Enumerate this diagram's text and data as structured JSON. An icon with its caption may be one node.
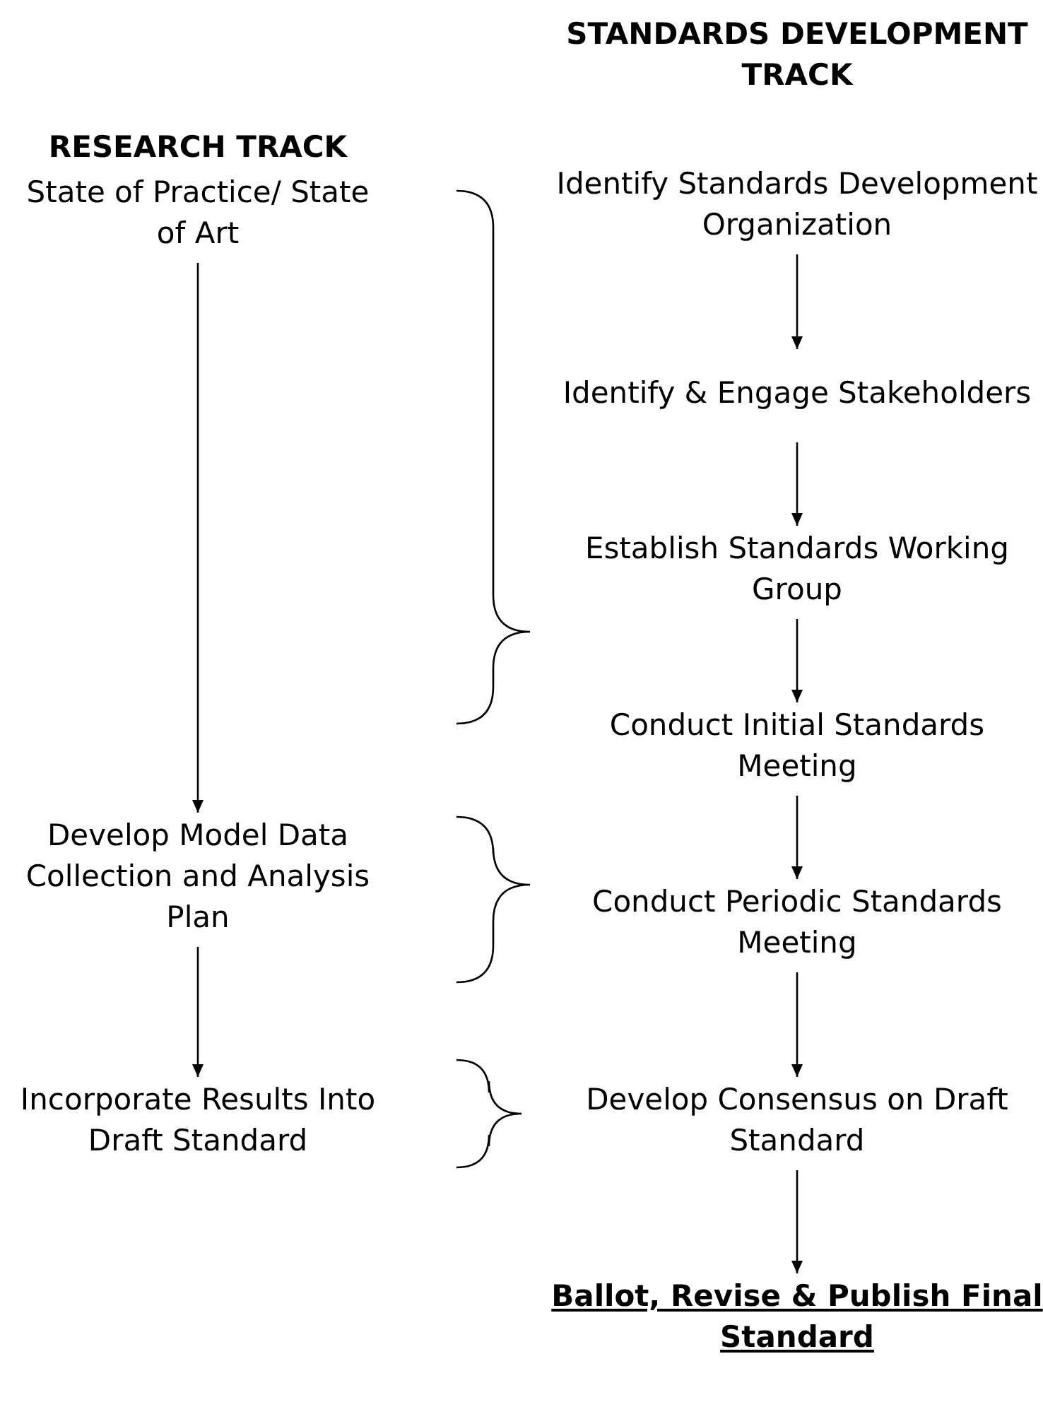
{
  "diagram": {
    "nodes": [
      {
        "text": [
          "State of Practice/ State of Art"
        ]
      },
      {
        "text": [
          "Develop Model Data Collection and Analysis Plan"
        ]
      },
      {
        "text": [
          "Incorporate Results Into Draft Standard"
        ]
      },
      {
        "text": [
          "Identify Standards Development Organization"
        ]
      },
      {
        "text": [
          "Identify & Engage Stakeholders"
        ]
      },
      {
        "text": [
          "Establish Standards Working Group"
        ]
      },
      {
        "text": [
          "Conduct Initial Standards Meeting"
        ]
      },
      {
        "text": [
          "Conduct Periodic Standards Meeting"
        ]
      },
      {
        "text": [
          "Develop Consensus on Draft Standard"
        ]
      },
      {
        "text": [
          "Ballot, Revise & Publish Final Standard"
        ]
      }
    ],
    "edges": [
      {
        "from": 0,
        "to": 1,
        "arrow": "to"
      },
      {
        "from": 1,
        "to": 2,
        "arrow": "to"
      },
      {
        "from": 3,
        "to": 4,
        "arrow": "to"
      },
      {
        "from": 4,
        "to": 5,
        "arrow": "to"
      },
      {
        "from": 5,
        "to": 6,
        "arrow": "to"
      },
      {
        "from": 6,
        "to": 7,
        "arrow": "to"
      },
      {
        "from": 7,
        "to": 8,
        "arrow": "to"
      },
      {
        "from": 8,
        "to": 9,
        "arrow": "to"
      }
    ],
    "labels": [
      "RESEARCH TRACK",
      "STANDARDS DEVELOPMENT TRACK"
    ]
  }
}
